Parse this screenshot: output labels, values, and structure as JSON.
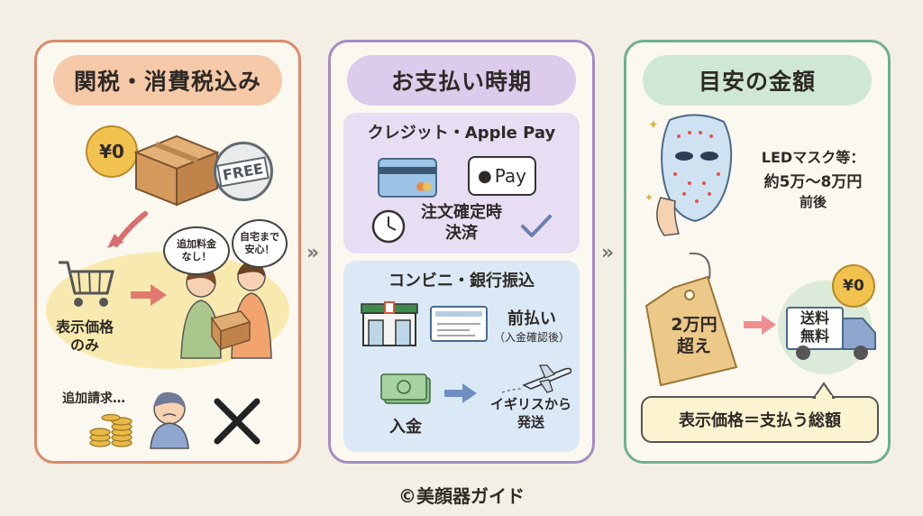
{
  "panel1": {
    "title": "関税・消費税込み",
    "price_tag": "¥0",
    "free_stamp": "FREE",
    "bubble_left": "追加料金\nなし！",
    "bubble_right": "自宅まで\n安心！",
    "cart_label": "表示価格\nのみ",
    "extra_label": "追加請求…",
    "icons": [
      "box-icon",
      "cart-icon",
      "coins-icon",
      "cross-icon"
    ]
  },
  "panel2": {
    "title": "お支払い時期",
    "section1_title": "クレジット・Apple Pay",
    "apple_pay": "Pay",
    "timing": "注文確定時\n決済",
    "section2_title": "コンビニ・銀行振込",
    "prepay": "前払い",
    "prepay_note": "（入金確認後）",
    "deposit": "入金",
    "ship": "イギリスから\n発送",
    "colors": {
      "section1": "#e8def3",
      "section2": "#dbe9f6"
    }
  },
  "panel3": {
    "title": "目安の金額",
    "mask_label": "LEDマスク等：",
    "mask_price": "約5万〜8万円",
    "mask_suffix": "前後",
    "tag_text": "2万円\n超え",
    "yen_zero": "¥0",
    "truck_text": "送料\n無料",
    "total_label": "表示価格＝支払う総額"
  },
  "separator": "»",
  "footer": "©美顔器ガイド"
}
